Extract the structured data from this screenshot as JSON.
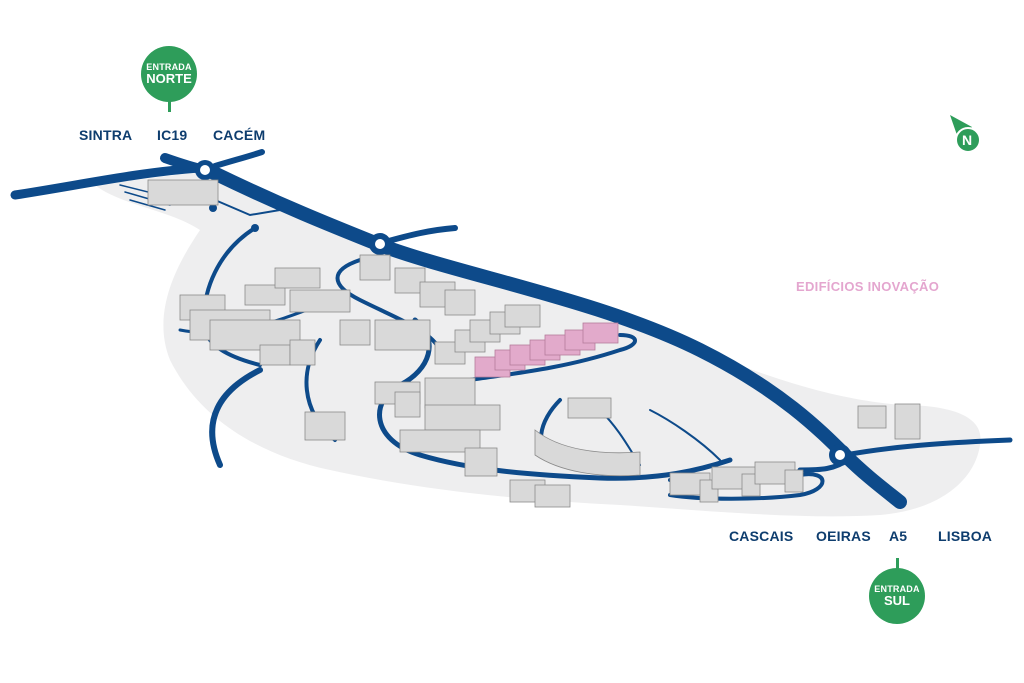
{
  "map": {
    "entrances": {
      "north": {
        "line1": "ENTRADA",
        "line2": "NORTE"
      },
      "south": {
        "line1": "ENTRADA",
        "line2": "SUL"
      }
    },
    "north_destinations": [
      "SINTRA",
      "IC19",
      "CACÉM"
    ],
    "south_destinations": [
      "CASCAIS",
      "OEIRAS",
      "A5",
      "LISBOA"
    ],
    "highlight_label": "EDIFÍCIOS INOVAÇÃO",
    "compass": {
      "letter": "N",
      "icon": "north-arrow-icon"
    },
    "colors": {
      "road": "#0d4a8a",
      "ground": "#eeeeef",
      "building": "#d9d9d9",
      "highlight": "#e2aacb",
      "entrance": "#2e9d5a",
      "label": "#0e3d6e"
    }
  }
}
